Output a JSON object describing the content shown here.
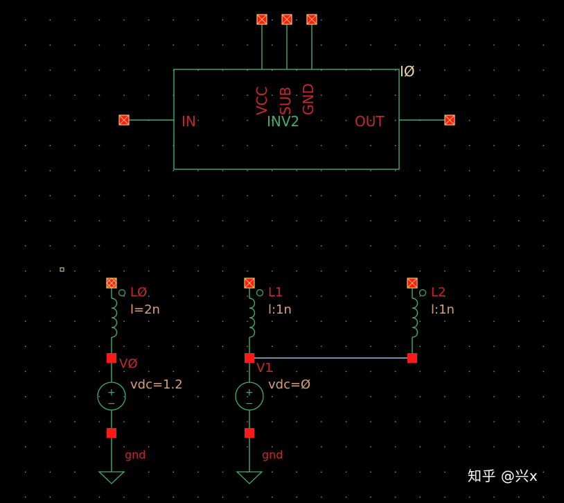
{
  "app": {
    "type": "schematic-editor-canvas"
  },
  "instance": {
    "name": "IØ",
    "cell": "INV2",
    "pins": {
      "left": "IN",
      "right": "OUT",
      "top": [
        "VCC",
        "SUB",
        "GND"
      ]
    }
  },
  "components": [
    {
      "ref": "LØ",
      "param": "l=2n",
      "type": "inductor"
    },
    {
      "ref": "L1",
      "param": "l:1n",
      "type": "inductor"
    },
    {
      "ref": "L2",
      "param": "l:1n",
      "type": "inductor"
    },
    {
      "ref": "VØ",
      "param": "vdc=1.2",
      "type": "vdc-source"
    },
    {
      "ref": "V1",
      "param": "vdc=Ø",
      "type": "vdc-source"
    }
  ],
  "ground_labels": [
    "gnd",
    "gnd"
  ],
  "source_symbols": {
    "plus": "+",
    "minus": "−"
  },
  "watermark": "知乎 @兴x",
  "colors": {
    "background": "#000000",
    "wire": "#3fae6f",
    "selected_wire": "#8fbfe8",
    "pin_fill": "#ff1a1a",
    "pin_border": "#f0c060",
    "label_red": "#c8282a",
    "label_param": "#d8a07a",
    "instance_name": "#e8d8a0"
  }
}
